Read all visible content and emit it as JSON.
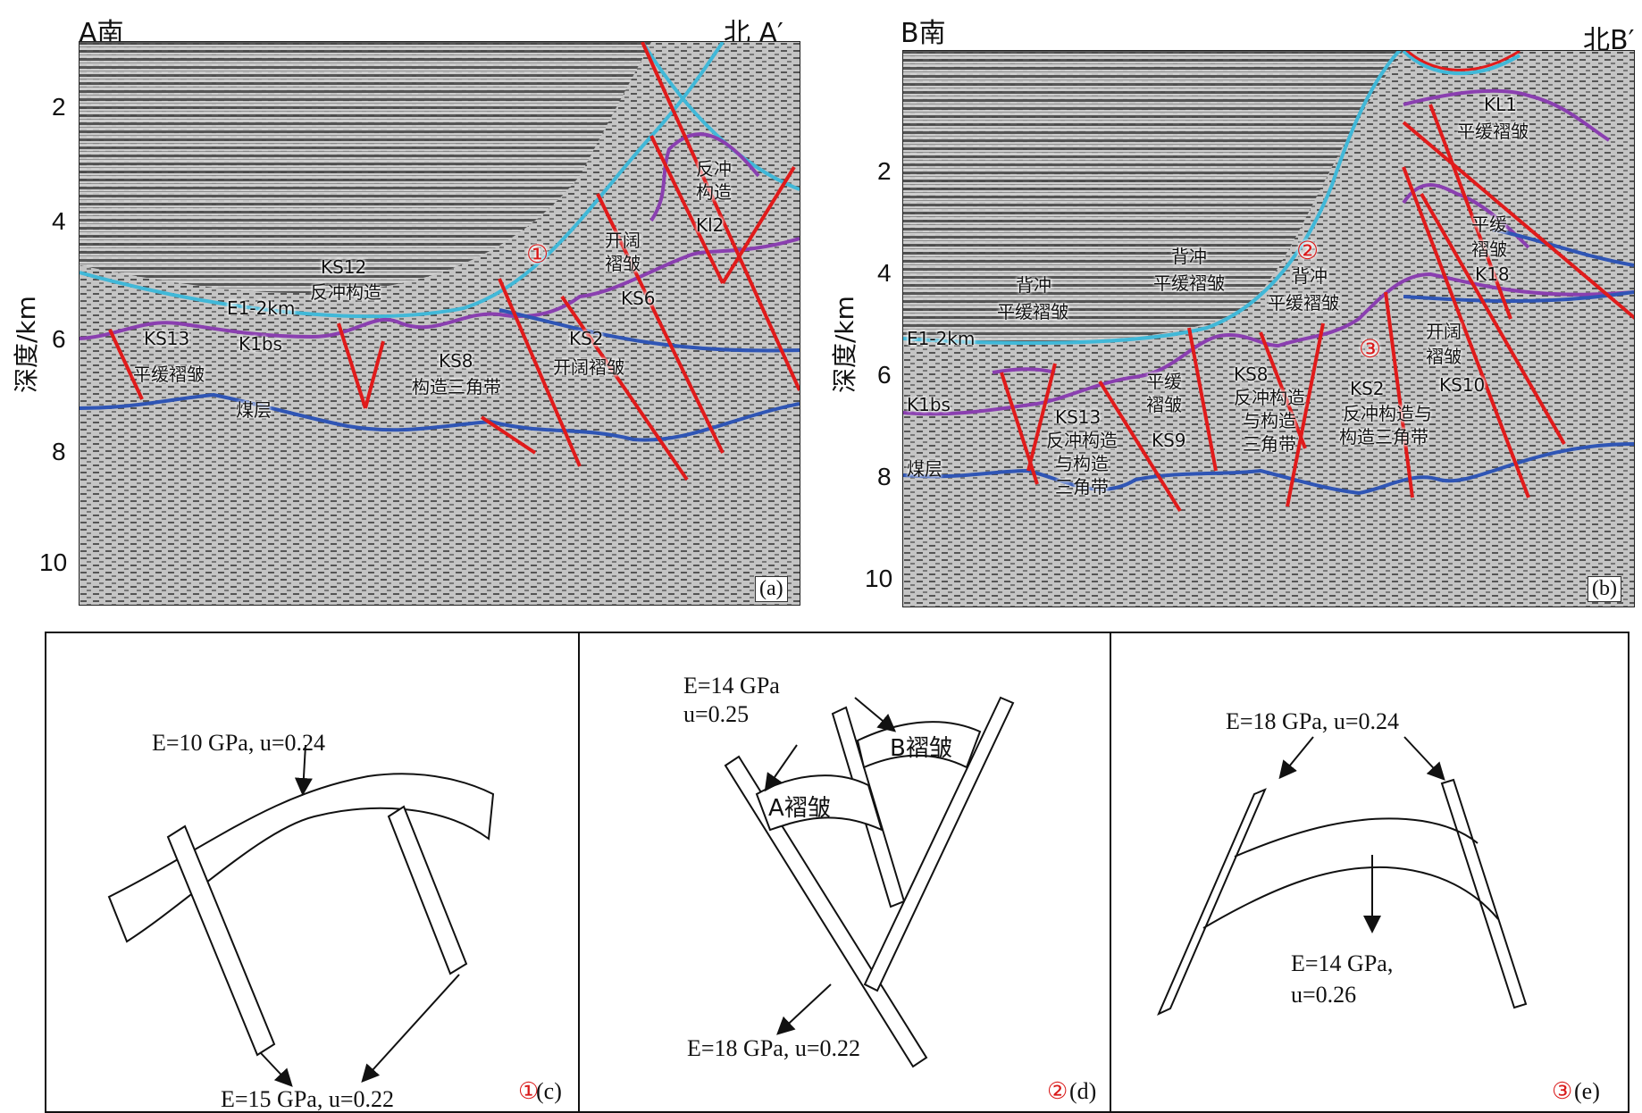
{
  "panel_a": {
    "left_header": "A南",
    "right_header": "北 A′",
    "yaxis_label": "深度/km",
    "yticks": [
      "2",
      "4",
      "6",
      "8",
      "10"
    ],
    "tag": "(a)",
    "labels": {
      "ks12": "KS12",
      "ks12_desc": "反冲构造",
      "ks13": "KS13",
      "ks13_desc": "平缓褶皱",
      "e_km": "E1-2km",
      "k_bs": "K1bs",
      "coal": "煤层",
      "ks8": "KS8",
      "ks8_desc": "构造三角带",
      "ks2": "KS2",
      "ks2_desc": "开阔褶皱",
      "ks6": "KS6",
      "kl2": "Kl2",
      "ks6_desc1": "开阔",
      "ks6_desc2": "褶皱",
      "kl2_desc1": "反冲",
      "kl2_desc2": "构造",
      "marker": "①"
    }
  },
  "panel_b": {
    "left_header": "B南",
    "right_header": "北B′",
    "yaxis_label": "深度/km",
    "yticks": [
      "2",
      "4",
      "6",
      "8",
      "10"
    ],
    "tag": "(b)",
    "labels": {
      "kl1": "KL1",
      "kl1_desc": "平缓褶皱",
      "backthrust1_a": "背冲",
      "backthrust1_b": "平缓褶皱",
      "backthrust2_a": "背冲",
      "backthrust2_b": "平缓褶皱",
      "backthrust3_a": "背冲",
      "backthrust3_b": "平缓褶皱",
      "k18_a": "平缓",
      "k18_b": "褶皱",
      "k18": "K18",
      "e_km": "E1-2km",
      "k_bs": "K1bs",
      "coal": "煤层",
      "ks13": "KS13",
      "ks13_desc1": "反冲构造",
      "ks13_desc2": "与构造",
      "ks13_desc3": "三角带",
      "ks9_a": "平缓",
      "ks9_b": "褶皱",
      "ks9": "KS9",
      "ks8": "KS8",
      "ks8_desc1": "反冲构造",
      "ks8_desc2": "与构造",
      "ks8_desc3": "三角带",
      "ks2": "KS2",
      "ks2_desc1": "反冲构造与",
      "ks2_desc2": "构造三角带",
      "ks10_a": "开阔",
      "ks10_b": "褶皱",
      "ks10": "KS10",
      "marker2": "②",
      "marker3": "③"
    }
  },
  "panel_c": {
    "top_label": "E=10 GPa, u=0.24",
    "bottom_label": "E=15 GPa, u=0.22",
    "marker": "①",
    "tag": "(c)"
  },
  "panel_d": {
    "top_label_1": "E=14 GPa",
    "top_label_2": "u=0.25",
    "fold_a": "A褶皱",
    "fold_b": "B褶皱",
    "bottom_label": "E=18 GPa, u=0.22",
    "marker": "②",
    "tag": "(d)"
  },
  "panel_e": {
    "top_label": "E=18 GPa, u=0.24",
    "bottom_label_1": "E=14 GPa,",
    "bottom_label_2": "u=0.26",
    "marker": "③",
    "tag": "(e)"
  },
  "colors": {
    "fault": "#e01b1b",
    "cyan_horizon": "#41b8d8",
    "purple_horizon": "#8a3fb0",
    "blue_horizon": "#2f55b5"
  }
}
